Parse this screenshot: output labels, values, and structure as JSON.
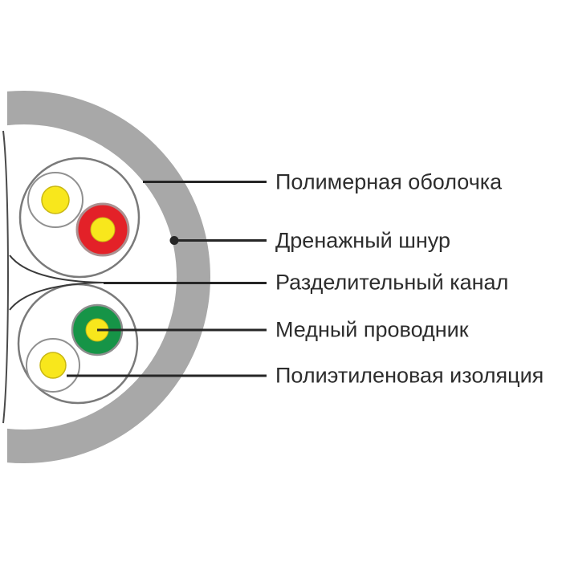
{
  "diagram": {
    "kind": "cable-cross-section",
    "labels": [
      {
        "id": "polymer-sheath",
        "text": "Полимерная оболочка"
      },
      {
        "id": "drain-cord",
        "text": "Дренажный шнур"
      },
      {
        "id": "separation-channel",
        "text": "Разделительный канал"
      },
      {
        "id": "copper-conductor",
        "text": "Медный проводник"
      },
      {
        "id": "polyethylene-insulation",
        "text": "Полиэтиленовая изоляция"
      }
    ],
    "colors": {
      "sheath_gray": "#a8a8a8",
      "red_insulation": "#e32128",
      "green_insulation": "#169447",
      "conductor_yellow": "#f8e71c",
      "white_insulation": "#ffffff",
      "leader_line": "#262626"
    }
  }
}
